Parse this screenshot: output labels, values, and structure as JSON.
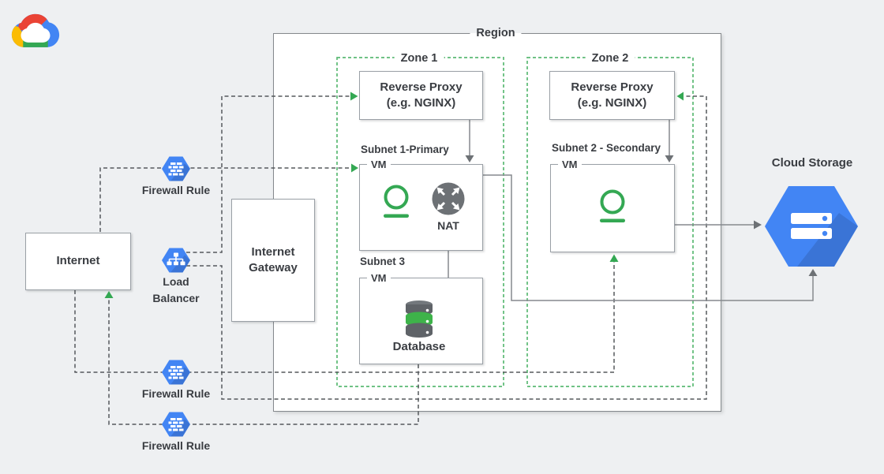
{
  "colors": {
    "background": "#eef0f2",
    "region_fill": "#ffffff",
    "region_border": "#85898d",
    "zone_border": "#5bb974",
    "box_border": "#9aa0a6",
    "dashed_connector": "#55585c",
    "solid_connector": "#85898d",
    "arrow_green": "#34a853",
    "icon_blue": "#4285f4",
    "nat_gray": "#6d7175",
    "instance_green": "#34a853",
    "database_gray": "#5f6368",
    "database_green": "#3eb34a",
    "text": "#3a3d42"
  },
  "region": {
    "label": "Region"
  },
  "zone1": {
    "label": "Zone 1"
  },
  "zone2": {
    "label": "Zone 2"
  },
  "reverse_proxy": {
    "line1": "Reverse Proxy",
    "line2": "(e.g. NGINX)"
  },
  "subnets": {
    "s1": "Subnet 1-Primary",
    "s2": "Subnet 2 - Secondary",
    "s3": "Subnet 3"
  },
  "vm": {
    "tag": "VM"
  },
  "icons": {
    "nat": "NAT",
    "database": "Database",
    "firewall": "Firewall Rule",
    "load_balancer_line1": "Load",
    "load_balancer_line2": "Balancer",
    "cloud_storage": "Cloud Storage"
  },
  "internet": {
    "label": "Internet"
  },
  "internet_gateway": {
    "line1": "Internet",
    "line2": "Gateway"
  }
}
